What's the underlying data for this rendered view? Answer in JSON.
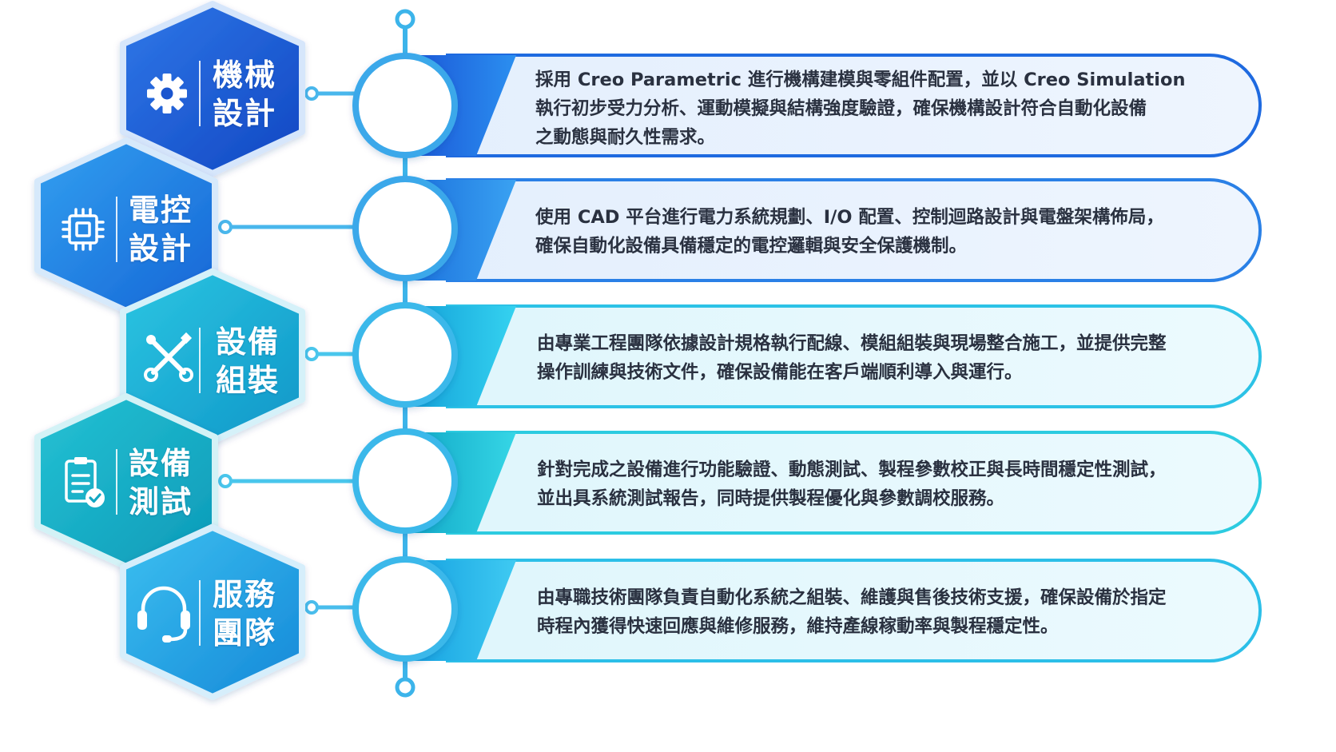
{
  "steps": [
    {
      "id": "mechanical-design",
      "icon": "gear-icon",
      "title_line1": "機械",
      "title_line2": "設計",
      "desc_line1": "採用 Creo Parametric 進行機構建模與零組件配置，並以 Creo Simulation",
      "desc_line2": "執行初步受力分析、運動模擬與結構強度驗證，確保機構設計符合自動化設備",
      "desc_line3": "之動態與耐久性需求。"
    },
    {
      "id": "electrical-design",
      "icon": "chip-icon",
      "title_line1": "電控",
      "title_line2": "設計",
      "desc_line1": "使用 CAD 平台進行電力系統規劃、I/O 配置、控制迴路設計與電盤架構佈局，",
      "desc_line2": "確保自動化設備具備穩定的電控邏輯與安全保護機制。"
    },
    {
      "id": "equipment-assembly",
      "icon": "tools-icon",
      "title_line1": "設備",
      "title_line2": "組裝",
      "desc_line1": "由專業工程團隊依據設計規格執行配線、模組組裝與現場整合施工，並提供完整",
      "desc_line2": "操作訓練與技術文件，確保設備能在客戶端順利導入與運行。"
    },
    {
      "id": "equipment-testing",
      "icon": "clipboard-check-icon",
      "title_line1": "設備",
      "title_line2": "測試",
      "desc_line1": "針對完成之設備進行功能驗證、動態測試、製程參數校正與長時間穩定性測試，",
      "desc_line2": "並出具系統測試報告，同時提供製程優化與參數調校服務。"
    },
    {
      "id": "service-team",
      "icon": "headset-icon",
      "title_line1": "服務",
      "title_line2": "團隊",
      "desc_line1": "由專職技術團隊負責自動化系統之組裝、維護與售後技術支援，確保設備於指定",
      "desc_line2": "時程內獲得快速回應與維修服務，維持產線稼動率與製程穩定性。"
    }
  ],
  "colors": {
    "step1": "#1a5fd8",
    "step2": "#1f80e0",
    "step3": "#14a8d6",
    "step4": "#11afc9",
    "step5": "#1ca6dd",
    "timeline": "#3cb4ea",
    "text": "#2a3140"
  }
}
